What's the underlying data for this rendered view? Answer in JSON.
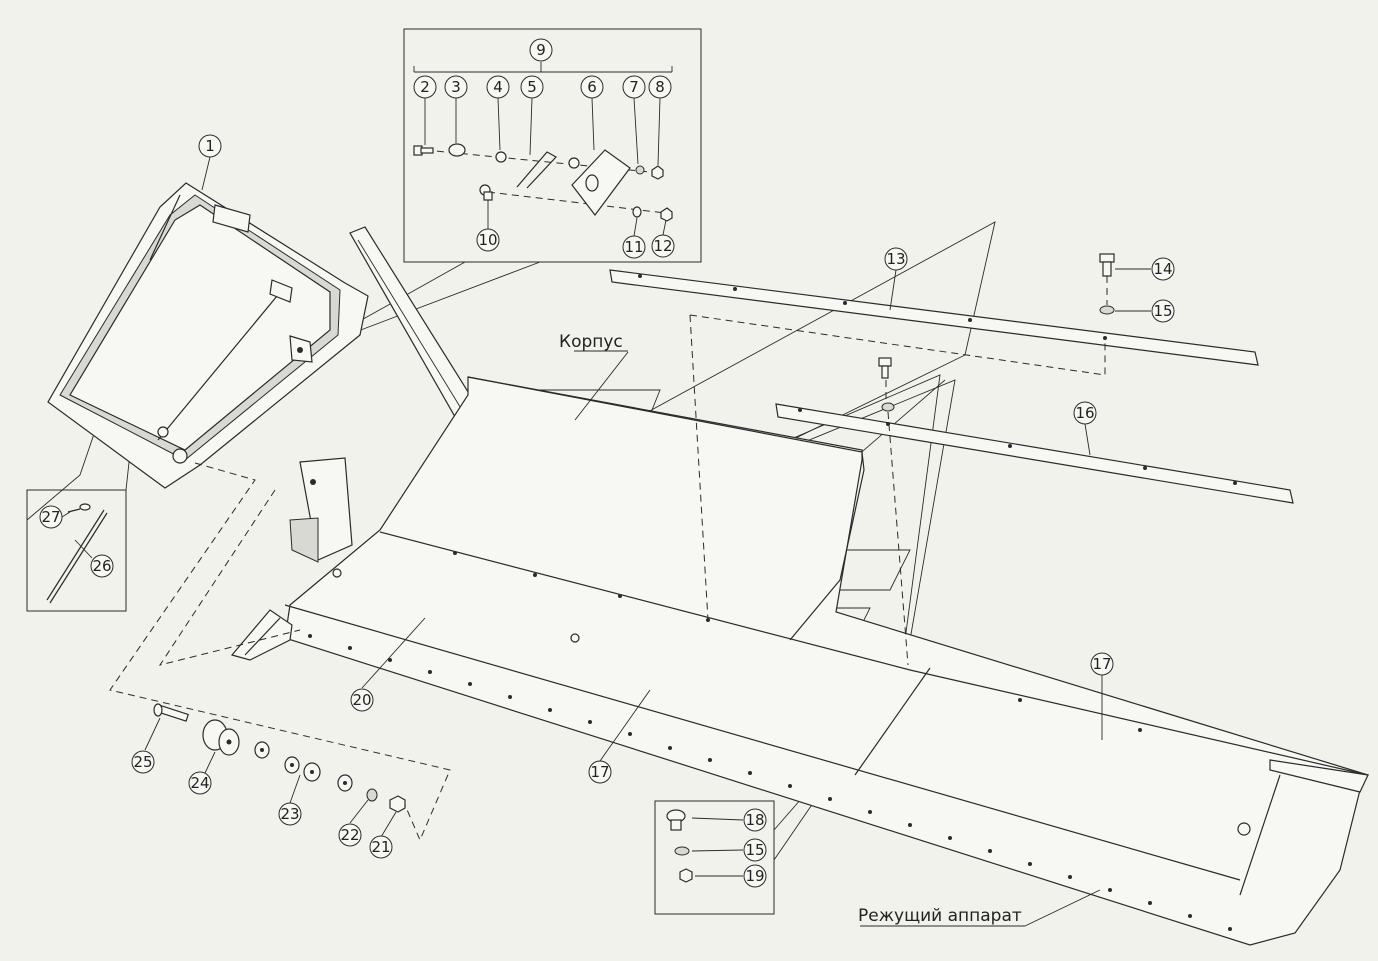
{
  "labels": {
    "korpus": "Корпус",
    "cutter": "Режущий аппарат"
  },
  "callouts": [
    "1",
    "2",
    "3",
    "4",
    "5",
    "6",
    "7",
    "8",
    "9",
    "10",
    "11",
    "12",
    "13",
    "14",
    "15",
    "16",
    "17",
    "18",
    "19",
    "20",
    "21",
    "22",
    "23",
    "24",
    "25",
    "26",
    "27"
  ],
  "extra_callouts": {
    "c17b": "17",
    "c15b": "15"
  }
}
